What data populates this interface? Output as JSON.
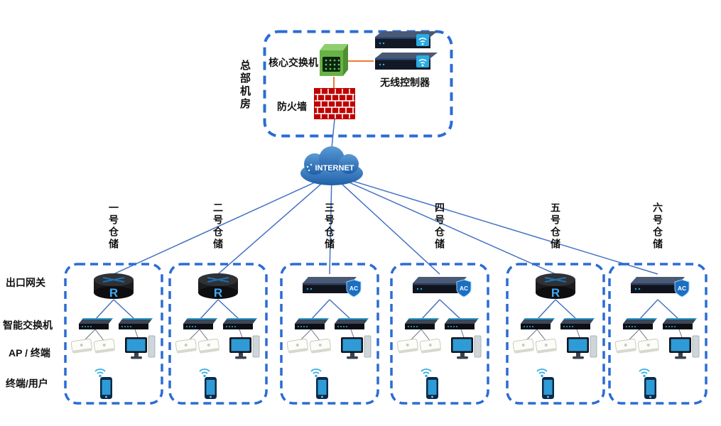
{
  "hq": {
    "room_label": "总部机房",
    "core_switch_label": "核心交换机",
    "wireless_controller_label": "无线控制器",
    "firewall_label": "防火墙"
  },
  "internet": {
    "label": "INTERNET"
  },
  "rows": {
    "gateway": "出口网关",
    "switch": "智能交换机",
    "ap": "AP / 终端",
    "user": "终端/用户"
  },
  "branches": [
    {
      "label": "一号仓储",
      "gateway_type": "router"
    },
    {
      "label": "二号仓储",
      "gateway_type": "router"
    },
    {
      "label": "三号仓储",
      "gateway_type": "ac"
    },
    {
      "label": "四号仓储",
      "gateway_type": "ac"
    },
    {
      "label": "五号仓储",
      "gateway_type": "router"
    },
    {
      "label": "六号仓储",
      "gateway_type": "ac"
    }
  ],
  "icons": {
    "router_letter": "R",
    "ac_badge": "AC"
  },
  "colors": {
    "dashed_border": "#2b6cd4",
    "connection_line": "#4472c4",
    "hq_link_orange": "#ed7d31",
    "cloud_blue": "#2e75b6",
    "firewall_red": "#c00000",
    "core_switch_green": "#67b346",
    "accent_blue": "#29abe2"
  }
}
